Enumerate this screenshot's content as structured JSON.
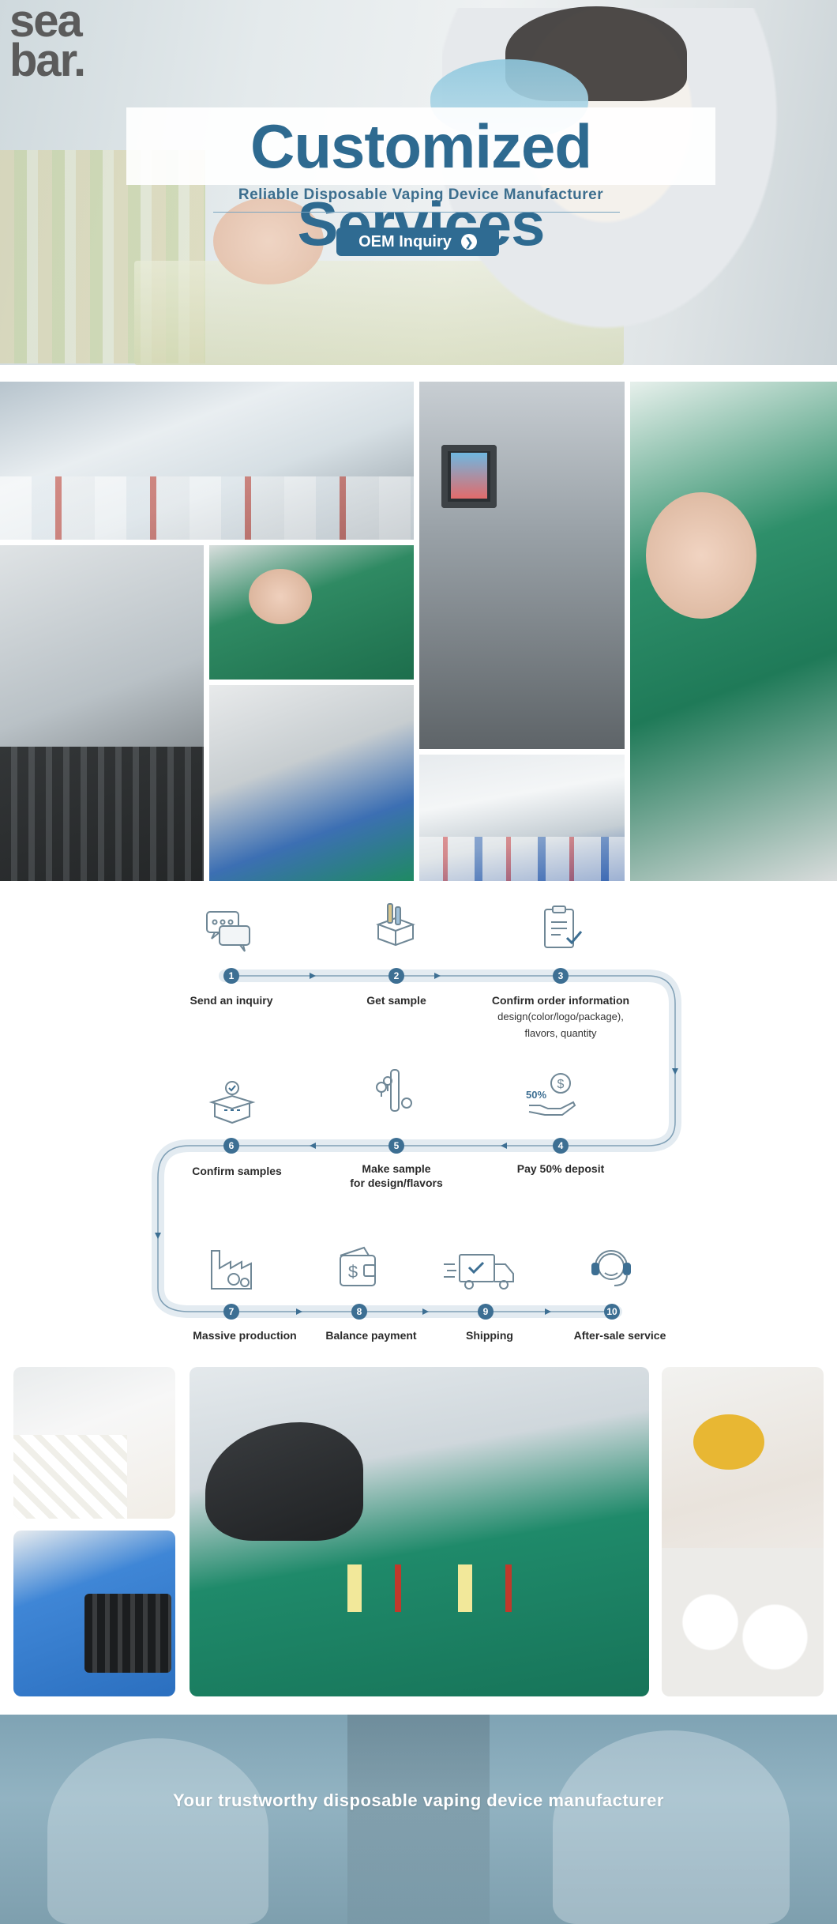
{
  "hero": {
    "logo_line1": "sea",
    "logo_line2": "bar.",
    "title": "Customized Services",
    "subtitle": "Reliable Disposable Vaping Device Manufacturer",
    "button_label": "OEM Inquiry",
    "button_icon": "chevron-right-icon"
  },
  "process": {
    "accent": "#3d6f93",
    "steps": [
      {
        "num": "1",
        "label": "Send an inquiry",
        "icon": "chat-bubbles-icon"
      },
      {
        "num": "2",
        "label": "Get sample",
        "icon": "sample-box-icon"
      },
      {
        "num": "3",
        "label": "Confirm order information",
        "detail_1": "design(color/logo/package),",
        "detail_2": "flavors, quantity",
        "icon": "clipboard-check-icon"
      },
      {
        "num": "4",
        "label": "Pay 50% deposit",
        "icon_text": "50%",
        "icon": "dollar-hand-icon"
      },
      {
        "num": "5",
        "label_1": "Make sample",
        "label_2": "for design/flavors",
        "icon": "vape-device-icon"
      },
      {
        "num": "6",
        "label": "Confirm samples",
        "icon": "box-check-icon"
      },
      {
        "num": "7",
        "label": "Massive production",
        "icon": "factory-gear-icon"
      },
      {
        "num": "8",
        "label": "Balance payment",
        "icon": "wallet-dollar-icon"
      },
      {
        "num": "9",
        "label": "Shipping",
        "icon": "delivery-truck-icon"
      },
      {
        "num": "10",
        "label": "After-sale service",
        "icon": "headset-support-icon"
      }
    ]
  },
  "footer": {
    "tagline": "Your trustworthy disposable vaping device manufacturer"
  }
}
